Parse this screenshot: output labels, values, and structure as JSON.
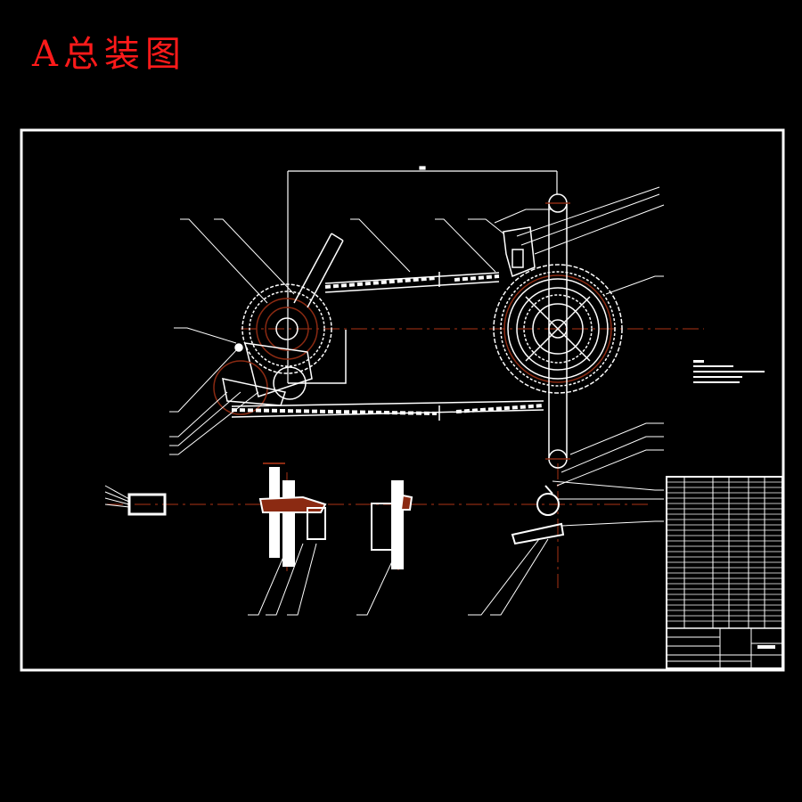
{
  "title": "A总装图",
  "colors": {
    "background": "#000000",
    "lines": "#ffffff",
    "centerlines": "#8b2a12",
    "title": "#ff1a1a"
  },
  "drawing": {
    "type": "assembly drawing",
    "subject": "bicycle drivetrain (rear derailleur, cassette, chain, front chainring, crank, front derailleur)",
    "views": [
      "main assembly view",
      "side view A",
      "section view B-B",
      "pedal/crank detail"
    ],
    "notes_block": {
      "lines": 5
    },
    "parts_list": {
      "rows": 26,
      "columns": 7
    }
  }
}
